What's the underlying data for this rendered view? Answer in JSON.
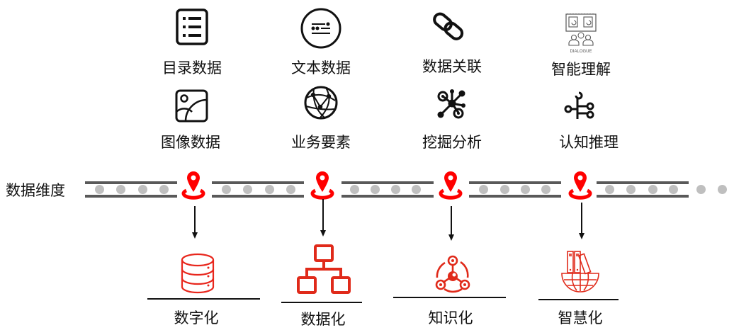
{
  "top_items": [
    {
      "label": "目录数据",
      "icon": "list-document-icon"
    },
    {
      "label": "文本数据",
      "icon": "text-circle-icon"
    },
    {
      "label": "数据关联",
      "icon": "chain-link-icon"
    },
    {
      "label": "智能理解",
      "icon": "dialogue-icon",
      "icon_text": "DIALOGUE"
    },
    {
      "label": "图像数据",
      "icon": "image-icon"
    },
    {
      "label": "业务要素",
      "icon": "globe-network-icon"
    },
    {
      "label": "挖掘分析",
      "icon": "molecule-network-icon"
    },
    {
      "label": "认知推理",
      "icon": "branch-icon"
    }
  ],
  "dimension_label": "数据维度",
  "stages": [
    {
      "label": "数字化",
      "icon": "database-icon"
    },
    {
      "label": "数据化",
      "icon": "hierarchy-icon"
    },
    {
      "label": "知识化",
      "icon": "knowledge-network-icon"
    },
    {
      "label": "智慧化",
      "icon": "books-globe-icon"
    }
  ],
  "colors": {
    "accent": "#e8271d",
    "pin": "#ff0000",
    "track": "#595959",
    "dot": "#bfbfbf",
    "text": "#111111"
  }
}
